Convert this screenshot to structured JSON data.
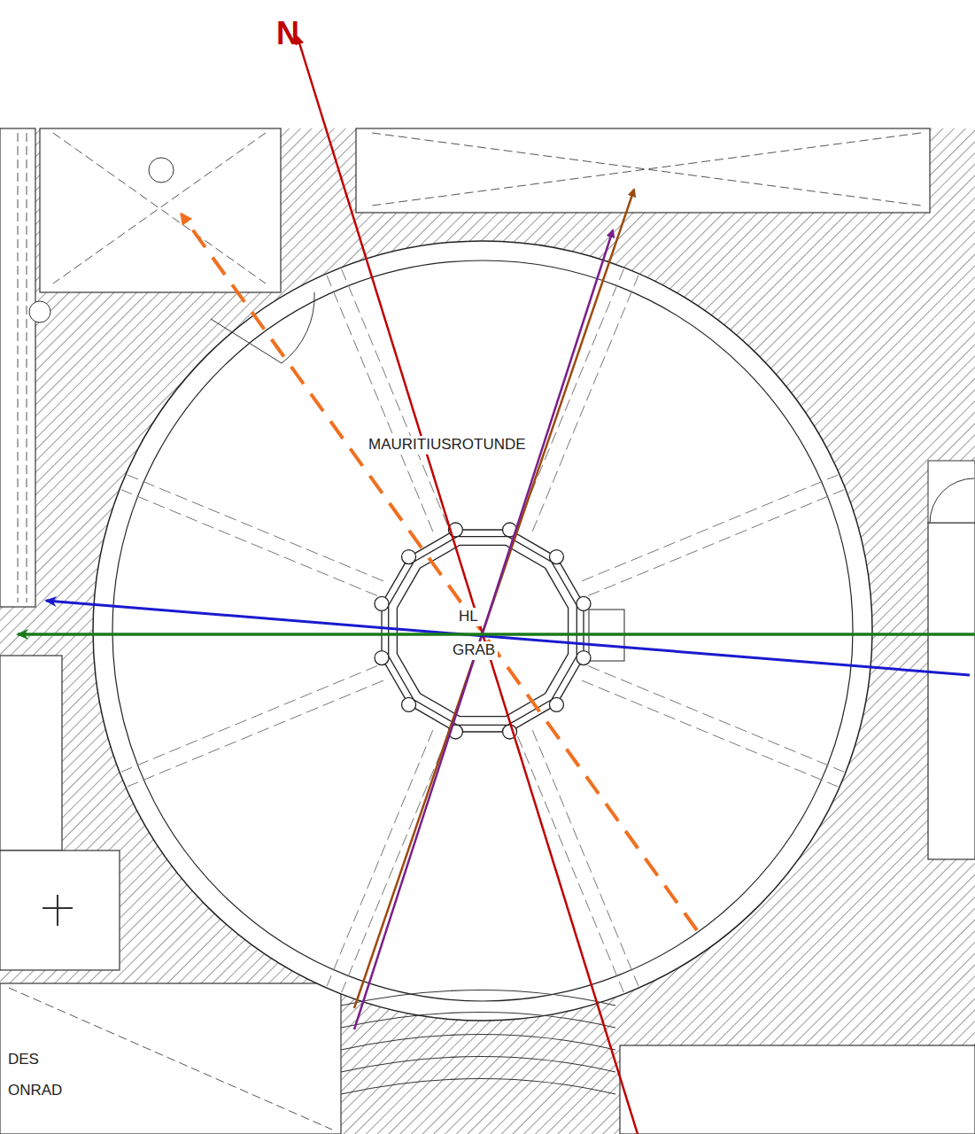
{
  "diagram": {
    "labels": [
      "N",
      "MAURITIUSROTUNDE",
      "HL",
      "GRAB",
      "DES",
      "ONRAD"
    ]
  }
}
